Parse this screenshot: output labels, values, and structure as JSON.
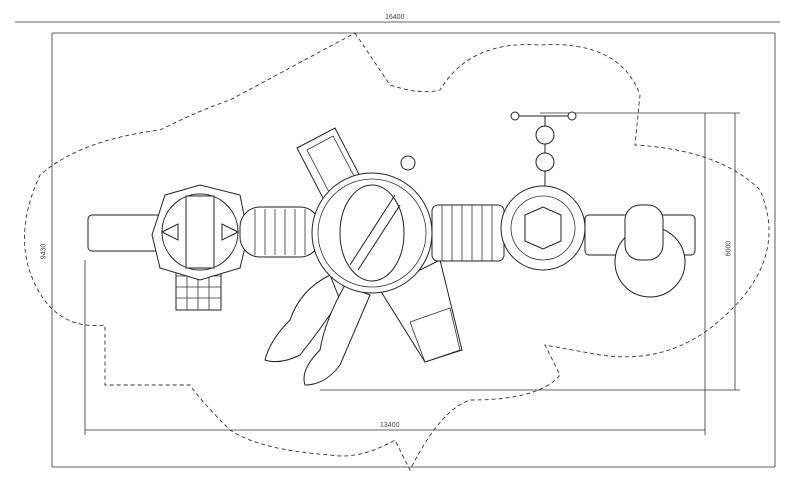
{
  "dimensions": {
    "overall_width": "16400",
    "overall_depth": "9430",
    "equipment_width": "13400",
    "equipment_depth": "6000"
  }
}
